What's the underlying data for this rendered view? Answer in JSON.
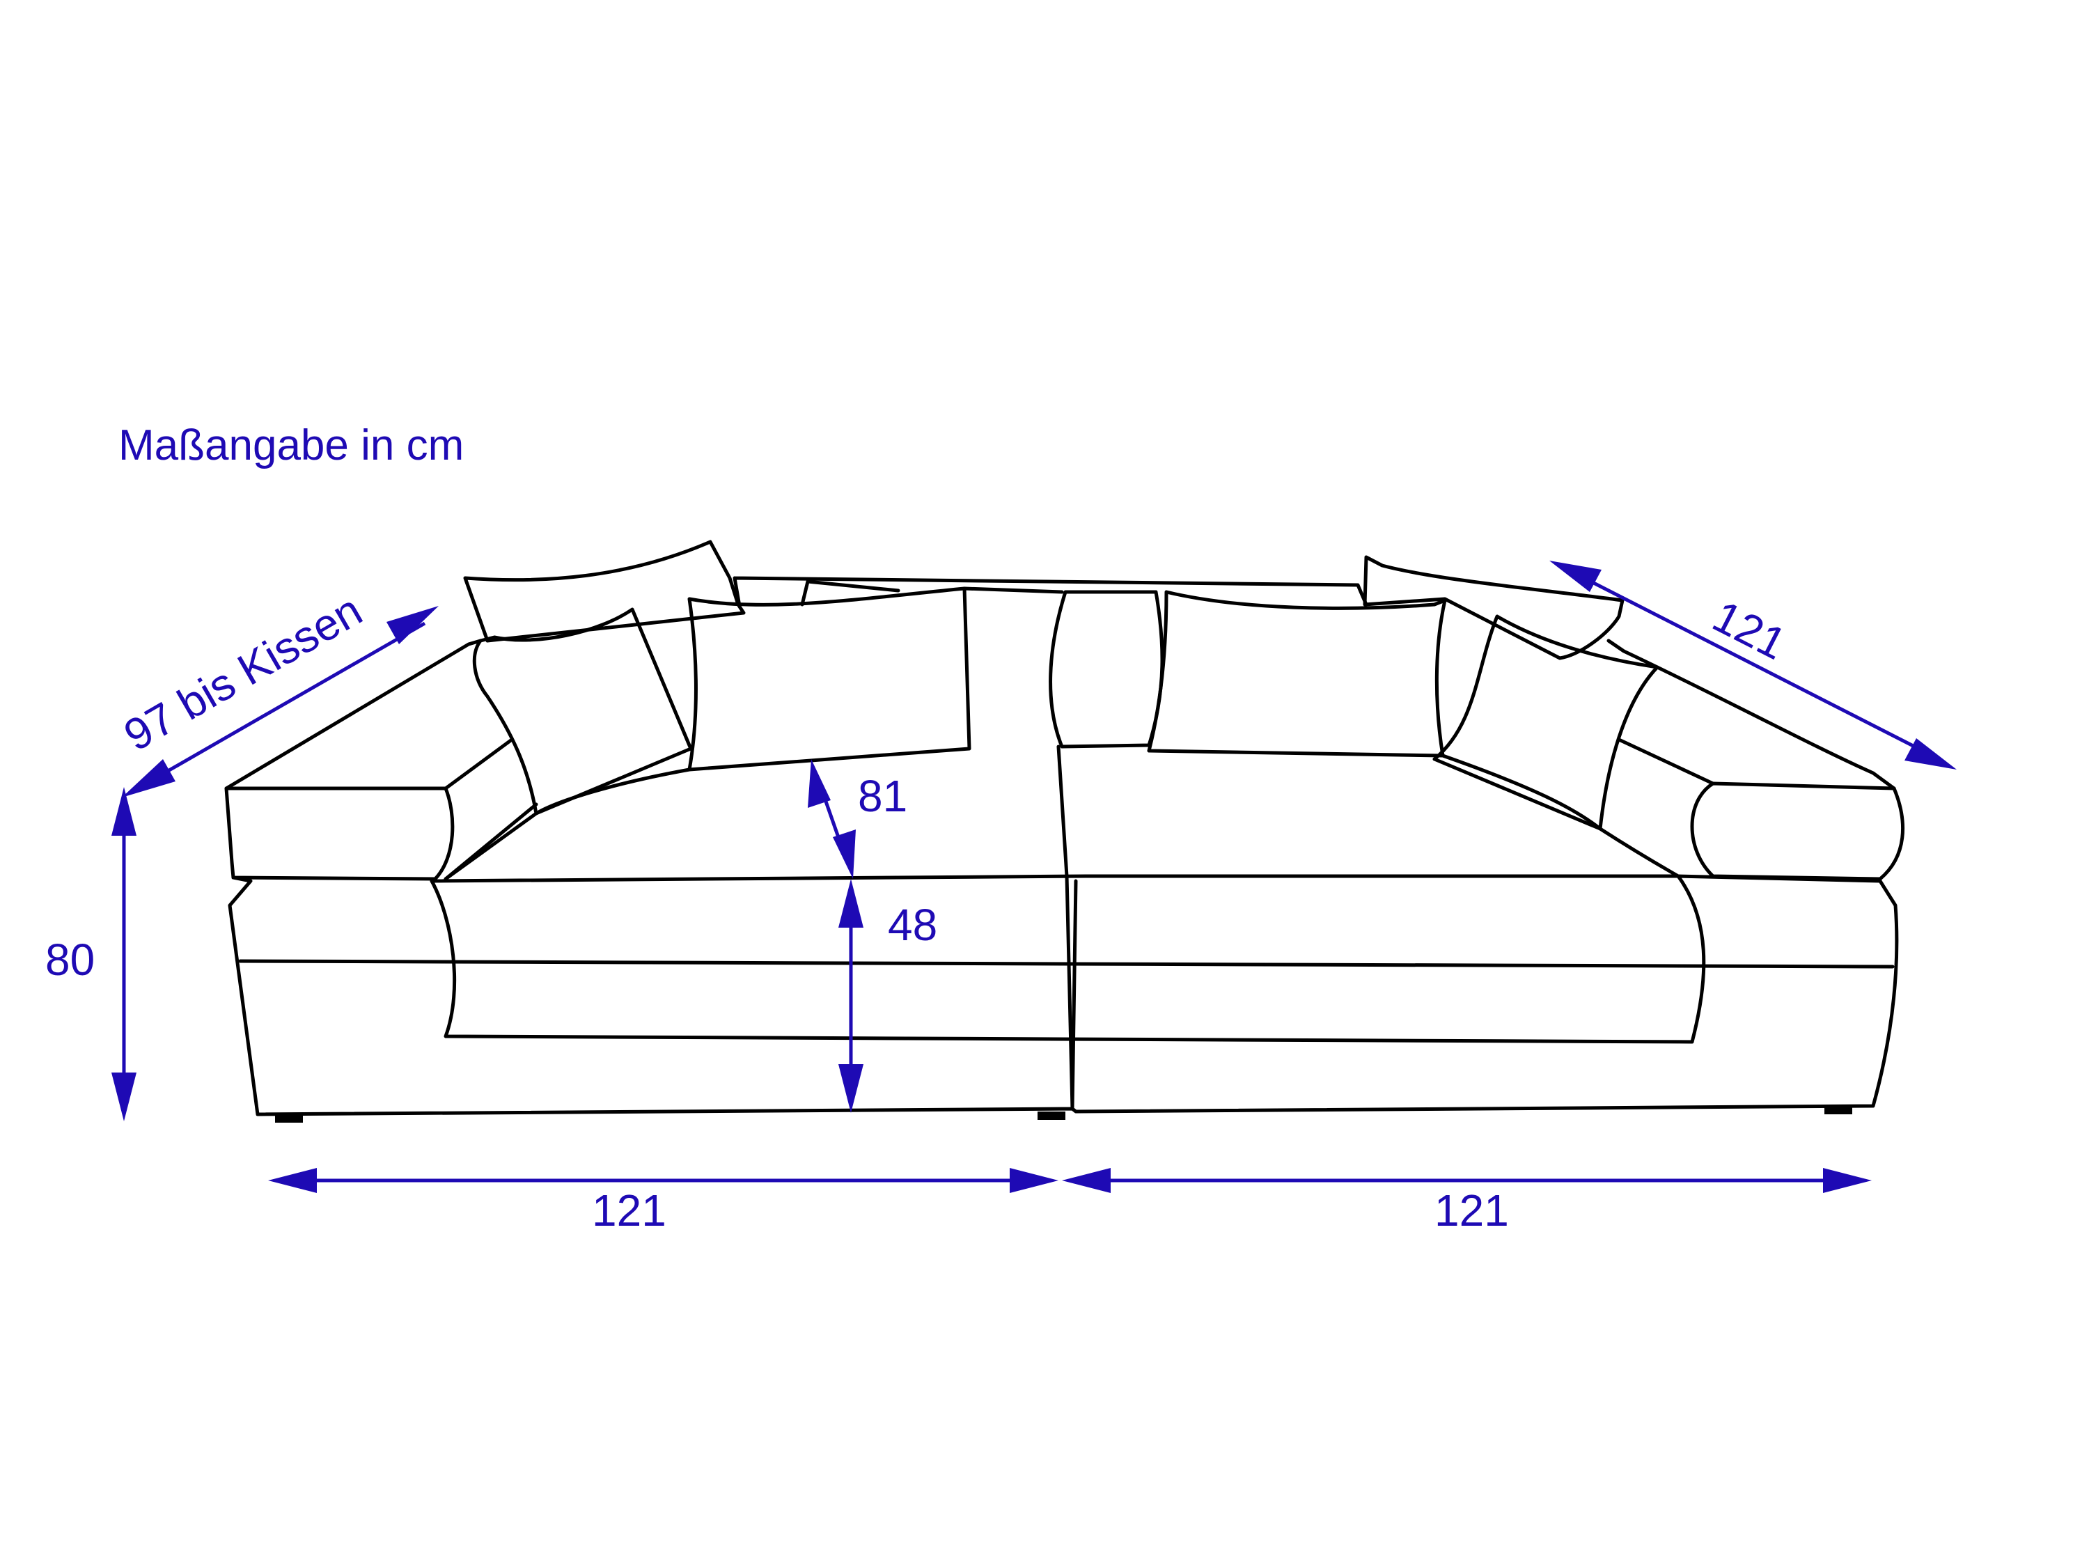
{
  "caption": "Maßangabe in cm",
  "colors": {
    "dimension": "#1e0ab4",
    "outline": "#000000",
    "background": "#ffffff"
  },
  "dimensions": {
    "height_total": "80",
    "depth_to_cushion": "97 bis Kissen",
    "depth_side": "121",
    "backrest_depth": "81",
    "seat_height": "48",
    "width_left": "121",
    "width_right": "121"
  }
}
